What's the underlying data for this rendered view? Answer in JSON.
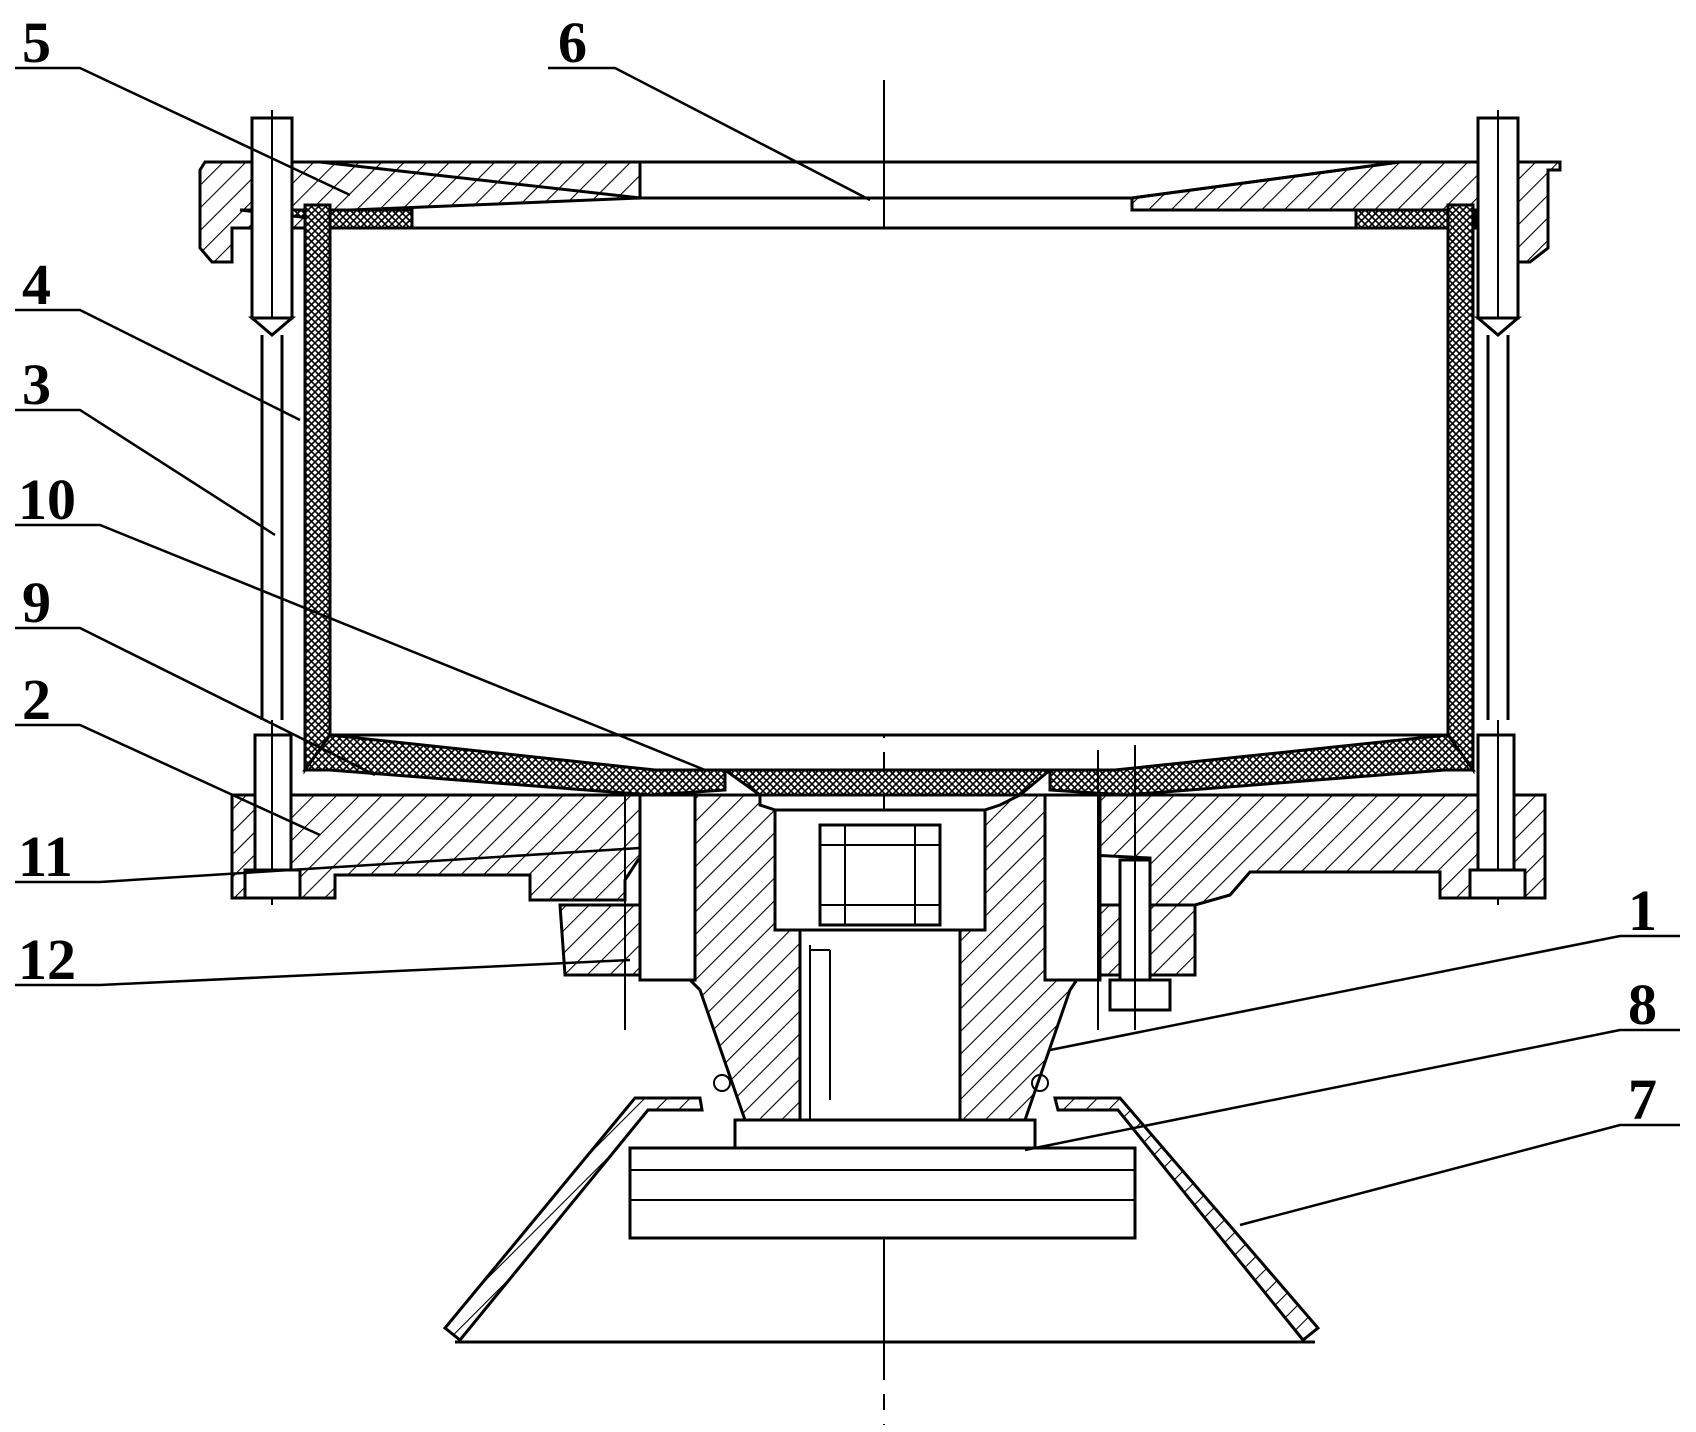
{
  "labels": [
    {
      "id": "5",
      "text": "5"
    },
    {
      "id": "6",
      "text": "6"
    },
    {
      "id": "4",
      "text": "4"
    },
    {
      "id": "3",
      "text": "3"
    },
    {
      "id": "10",
      "text": "10"
    },
    {
      "id": "9",
      "text": "9"
    },
    {
      "id": "2",
      "text": "2"
    },
    {
      "id": "11",
      "text": "11"
    },
    {
      "id": "12",
      "text": "12"
    },
    {
      "id": "1",
      "text": "1"
    },
    {
      "id": "8",
      "text": "8"
    },
    {
      "id": "7",
      "text": "7"
    }
  ],
  "colors": {
    "ink": "#000000",
    "paper": "#ffffff"
  }
}
